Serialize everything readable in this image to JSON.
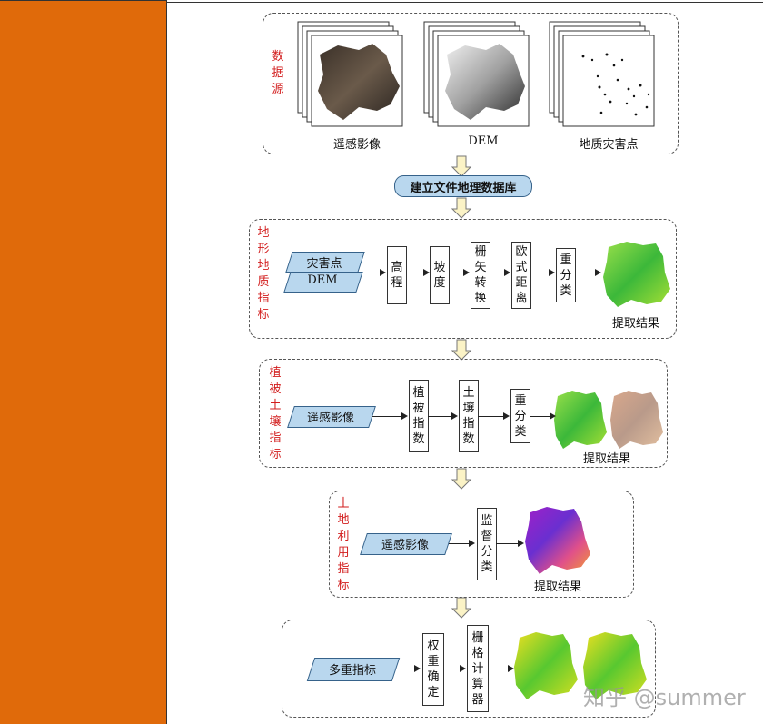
{
  "source": {
    "label": [
      "数",
      "据",
      "源"
    ],
    "items": [
      "遥感影像",
      "DEM",
      "地质灾害点"
    ]
  },
  "database": "建立文件地理数据库",
  "terrain": {
    "label": [
      "地",
      "形",
      "地",
      "质",
      "指",
      "标"
    ],
    "inputs": [
      "灾害点",
      "DEM"
    ],
    "steps": [
      [
        "高",
        "程"
      ],
      [
        "坡",
        "度"
      ],
      [
        "栅",
        "矢",
        "转",
        "换"
      ],
      [
        "欧",
        "式",
        "距",
        "离"
      ],
      [
        "重",
        "分",
        "类"
      ]
    ],
    "result": "提取结果"
  },
  "vegetation": {
    "label": [
      "植",
      "被",
      "土",
      "壤",
      "指",
      "标"
    ],
    "input": "遥感影像",
    "steps": [
      [
        "植",
        "被",
        "指",
        "数"
      ],
      [
        "土",
        "壤",
        "指",
        "数"
      ],
      [
        "重",
        "分",
        "类"
      ]
    ],
    "result": "提取结果"
  },
  "landuse": {
    "label": [
      "土",
      "地",
      "利",
      "用",
      "指",
      "标"
    ],
    "input": "遥感影像",
    "steps": [
      [
        "监",
        "督",
        "分",
        "类"
      ]
    ],
    "result": "提取结果"
  },
  "multi": {
    "input": "多重指标",
    "steps": [
      [
        "权",
        "重",
        "确",
        "定"
      ],
      [
        "栅",
        "格",
        "计",
        "算",
        "器"
      ]
    ]
  },
  "watermark": "知乎 @summer",
  "colors": {
    "sidebar": "#E06A0A",
    "label_red": "#d21d1d",
    "input_fill": "#b9d7ee",
    "arrow_fill": "#fbf3c6"
  }
}
